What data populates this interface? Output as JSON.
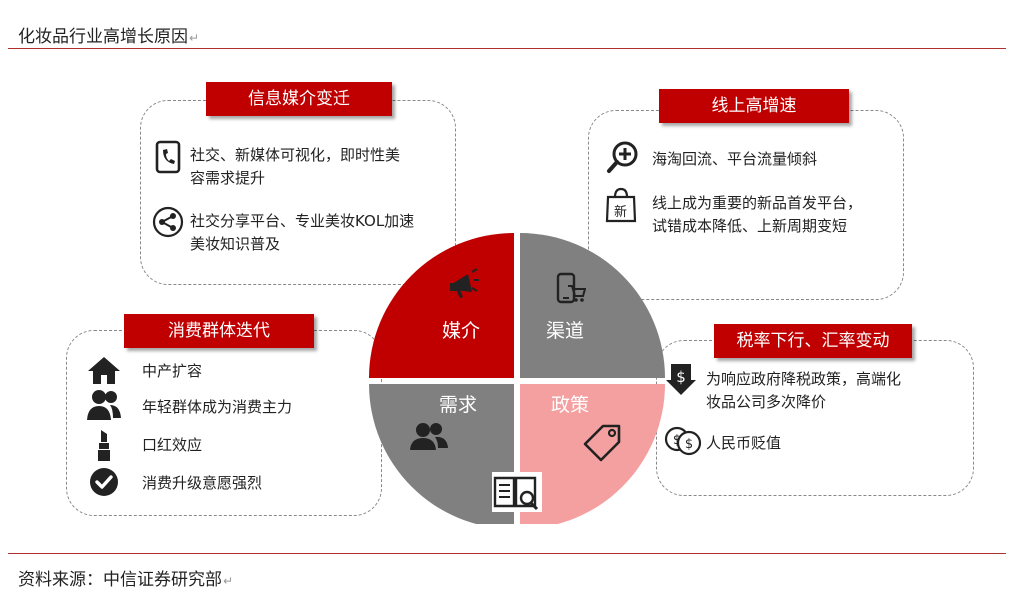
{
  "header": {
    "title": "化妆品行业高增长原因",
    "mark": "↵"
  },
  "footer": {
    "source": "资料来源：中信证券研究部",
    "mark": "↵"
  },
  "quadrants": {
    "media": "媒介",
    "channel": "渠道",
    "demand": "需求",
    "policy": "政策"
  },
  "boxes": {
    "info_media": {
      "tag": "信息媒介变迁",
      "items": [
        {
          "icon": "phone-icon",
          "line1": "社交、新媒体可视化，即时性美",
          "line2": "容需求提升"
        },
        {
          "icon": "share-icon",
          "line1": "社交分享平台、专业美妆KOL加速",
          "line2": "美妆知识普及"
        }
      ]
    },
    "online_growth": {
      "tag": "线上高增速",
      "items": [
        {
          "icon": "search-plus-icon",
          "line1": "海淘回流、平台流量倾斜",
          "line2": ""
        },
        {
          "icon": "shopping-bag-icon",
          "bag_text": "新",
          "line1": "线上成为重要的新品首发平台，",
          "line2": "试错成本降低、上新周期变短"
        }
      ]
    },
    "consumer_group": {
      "tag": "消费群体迭代",
      "items": [
        {
          "icon": "home-icon",
          "text": "中产扩容"
        },
        {
          "icon": "users-icon",
          "text": "年轻群体成为消费主力"
        },
        {
          "icon": "lipstick-icon",
          "text": "口红效应"
        },
        {
          "icon": "check-circle-icon",
          "text": "消费升级意愿强烈"
        }
      ]
    },
    "tax_rate": {
      "tag": "税率下行、汇率变动",
      "items": [
        {
          "icon": "dollar-down-icon",
          "line1": "为响应政府降税政策，高端化",
          "line2": "妆品公司多次降价"
        },
        {
          "icon": "coins-icon",
          "line1": "人民币贬值",
          "line2": ""
        }
      ]
    }
  },
  "colors": {
    "accent": "#c00000",
    "gray": "#808080",
    "pink": "#f4a0a0",
    "border": "#888888"
  }
}
